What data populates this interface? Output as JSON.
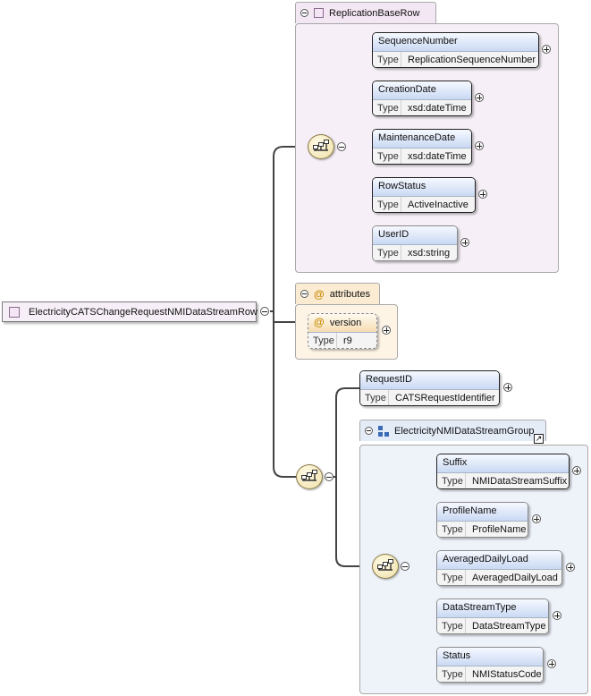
{
  "root": {
    "name": "ElectricityCATSChangeRequestNMIDataStreamRow",
    "icon": "complex-type-icon"
  },
  "base_group": {
    "title": "ReplicationBaseRow",
    "icon": "complex-type-icon",
    "elements": [
      {
        "name": "SequenceNumber",
        "type_label": "Type",
        "type": "ReplicationSequenceNumber"
      },
      {
        "name": "CreationDate",
        "type_label": "Type",
        "type": "xsd:dateTime"
      },
      {
        "name": "MaintenanceDate",
        "type_label": "Type",
        "type": "xsd:dateTime"
      },
      {
        "name": "RowStatus",
        "type_label": "Type",
        "type": "ActiveInactive"
      },
      {
        "name": "UserID",
        "type_label": "Type",
        "type": "xsd:string"
      }
    ]
  },
  "attributes_group": {
    "title": "attributes",
    "icon": "at-icon",
    "items": [
      {
        "name": "version",
        "type_label": "Type",
        "type": "r9"
      }
    ]
  },
  "request": {
    "name": "RequestID",
    "type_label": "Type",
    "type": "CATSRequestIdentifier"
  },
  "stream_group": {
    "title": "ElectricityNMIDataStreamGroup",
    "icon": "group-reference-icon",
    "elements": [
      {
        "name": "Suffix",
        "type_label": "Type",
        "type": "NMIDataStreamSuffix"
      },
      {
        "name": "ProfileName",
        "type_label": "Type",
        "type": "ProfileName"
      },
      {
        "name": "AveragedDailyLoad",
        "type_label": "Type",
        "type": "AveragedDailyLoad"
      },
      {
        "name": "DataStreamType",
        "type_label": "Type",
        "type": "DataStreamType"
      },
      {
        "name": "Status",
        "type_label": "Type",
        "type": "NMIStatusCode"
      }
    ]
  },
  "colors": {
    "complex_bg": "#f6eff7",
    "attributes_bg": "#fdf4e6",
    "group_bg": "#eef3fa",
    "element_header": "#c9d9f3",
    "connector": "#444444"
  }
}
